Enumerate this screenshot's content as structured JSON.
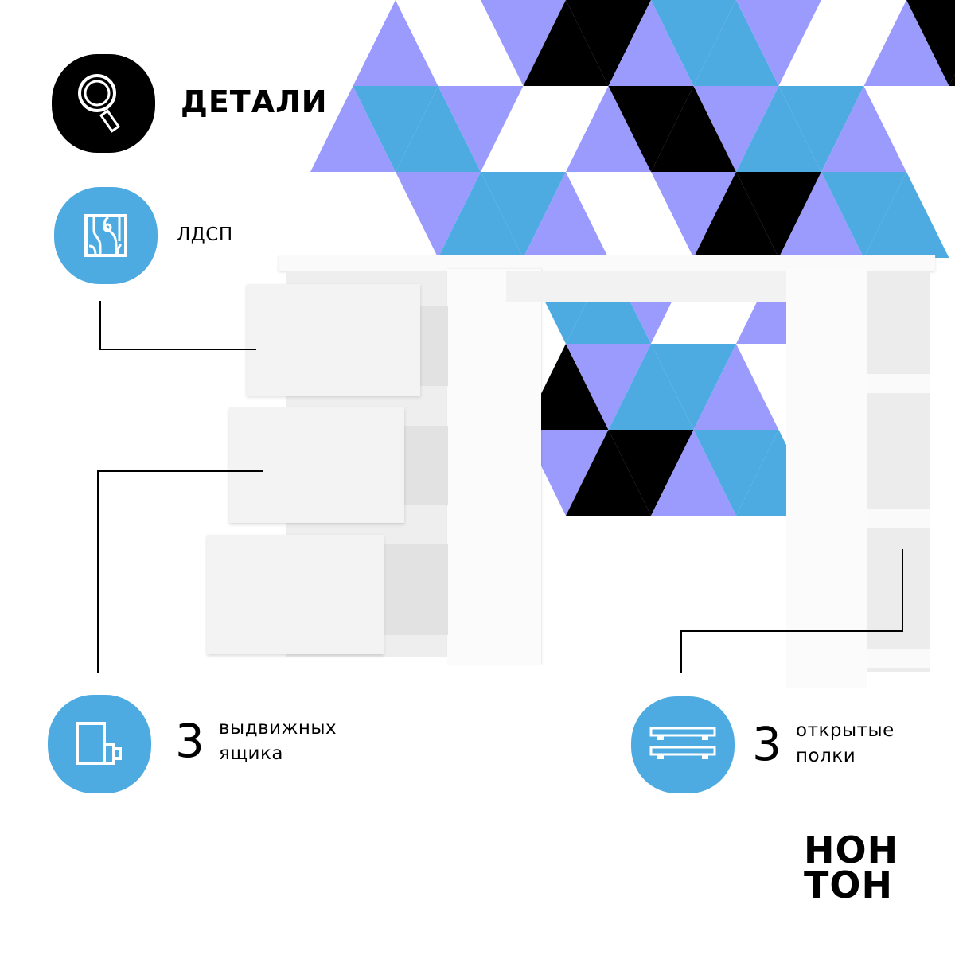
{
  "header": {
    "title": "ДЕТАЛИ",
    "icon": "magnifier-icon"
  },
  "features": {
    "material": {
      "label": "ЛДСП",
      "icon": "wood-texture-icon"
    },
    "drawers": {
      "count": "3",
      "label_line1": "выдвижных",
      "label_line2": "ящика",
      "icon": "drawer-icon"
    },
    "shelves": {
      "count": "3",
      "label_line1": "открытые",
      "label_line2": "полки",
      "icon": "shelves-icon"
    }
  },
  "brand": {
    "line1": "НОН",
    "line2": "ТОН"
  },
  "colors": {
    "blue": "#4eabe1",
    "purple": "#9b9bfd",
    "black": "#000000",
    "white": "#ffffff"
  }
}
